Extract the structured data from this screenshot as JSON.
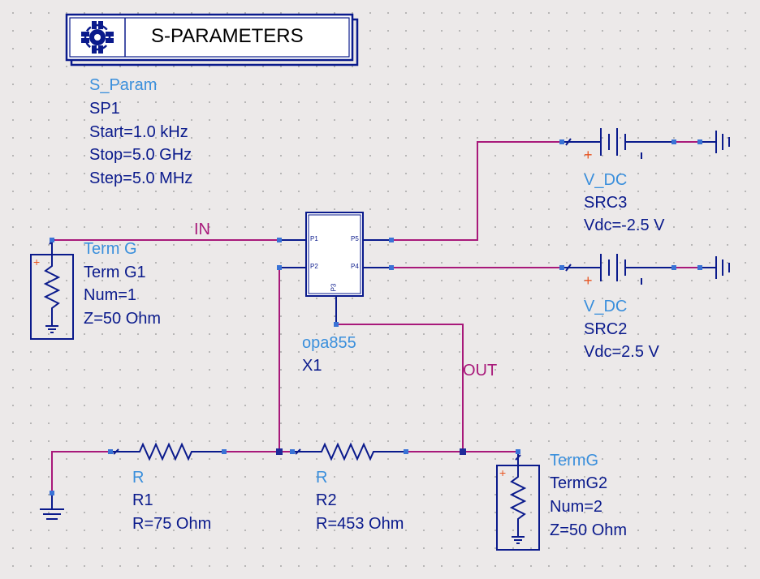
{
  "sparam": {
    "title": "S-PARAMETERS",
    "type": "S_Param",
    "name": "SP1",
    "start": "Start=1.0 kHz",
    "stop": "Stop=5.0 GHz",
    "step": "Step=5.0 MHz"
  },
  "termg1": {
    "type": "Term G",
    "name": "Term G1",
    "num": "Num=1",
    "z": "Z=50 Ohm"
  },
  "termg2": {
    "type": "TermG",
    "name": "TermG2",
    "num": "Num=2",
    "z": "Z=50 Ohm"
  },
  "opamp": {
    "model": "opa855",
    "name": "X1",
    "pins": [
      "P1",
      "P2",
      "P3",
      "P4",
      "P5"
    ]
  },
  "src3": {
    "type": "V_DC",
    "name": "SRC3",
    "vdc": "Vdc=-2.5 V"
  },
  "src2": {
    "type": "V_DC",
    "name": "SRC2",
    "vdc": "Vdc=2.5 V"
  },
  "r1": {
    "type": "R",
    "name": "R1",
    "value": "R=75 Ohm"
  },
  "r2": {
    "type": "R",
    "name": "R2",
    "value": "R=453 Ohm"
  },
  "nets": {
    "in": "IN",
    "out": "OUT"
  },
  "colors": {
    "wire": "#a8197a",
    "component": "#0a1a8c",
    "label": "#3a8fdc",
    "plus": "#e8531f"
  }
}
